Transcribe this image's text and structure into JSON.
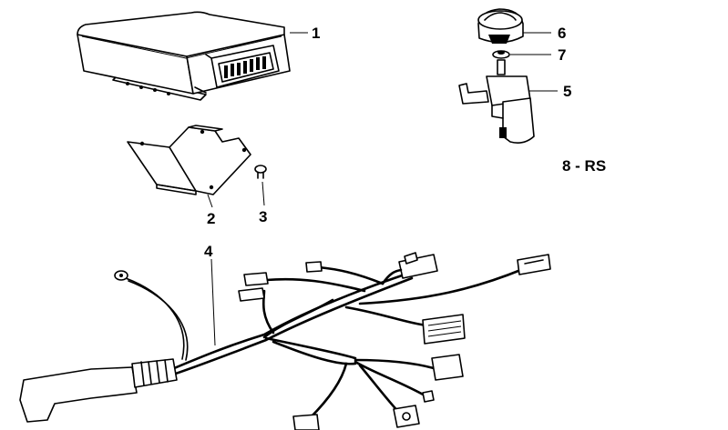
{
  "labels": {
    "p1": "1",
    "p2": "2",
    "p3": "3",
    "p4": "4",
    "p5": "5",
    "p6": "6",
    "p7": "7",
    "variant": "8 - RS"
  }
}
